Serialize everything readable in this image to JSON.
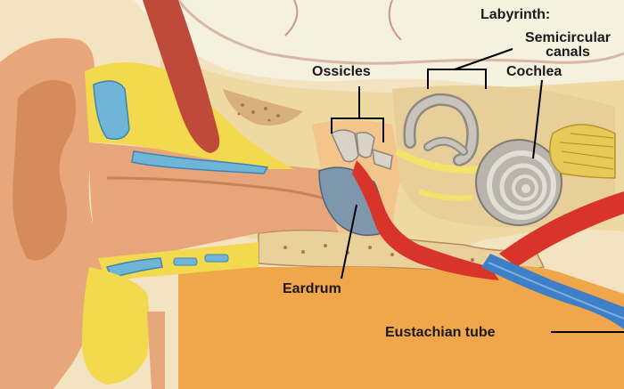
{
  "labels": {
    "labyrinth": "Labyrinth:",
    "semicircular_line1": "Semicircular",
    "semicircular_line2": "canals",
    "cochlea": "Cochlea",
    "ossicles": "Ossicles",
    "eardrum": "Eardrum",
    "eustachian_tube": "Eustachian tube"
  },
  "colors": {
    "skin": "#e8a77a",
    "skin_shadow": "#c98156",
    "fat": "#f2d94e",
    "bone": "#efd9a3",
    "bone_porous": "#c79a6a",
    "cartilage": "#6fb5d8",
    "muscle": "#c04a3a",
    "eardrum": "#7f97ad",
    "cochlea": "#b9b5ad",
    "nerve": "#f4e36a",
    "artery": "#d8342a",
    "vein": "#3f7fc8",
    "gum": "#f0a64a",
    "brain": "#f5eedb"
  }
}
